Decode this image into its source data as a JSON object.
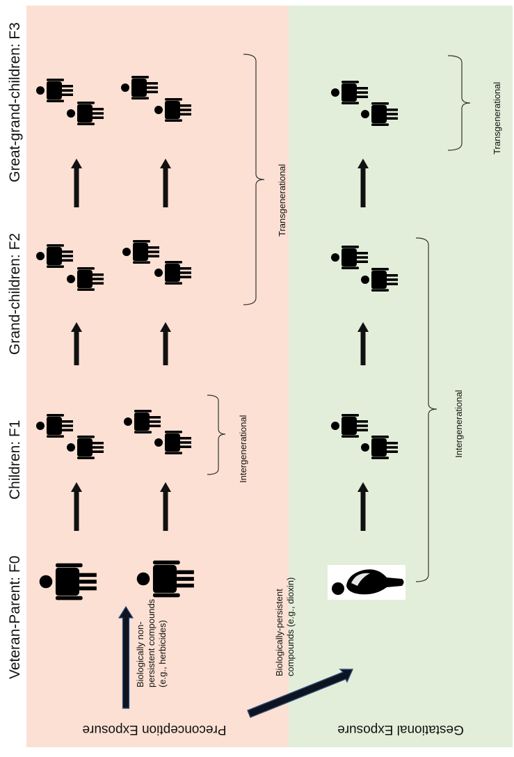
{
  "generations": {
    "f0": "Veteran-Parent: F0",
    "f1": "Children: F1",
    "f2": "Grand-children: F2",
    "f3": "Great-grand-children: F3"
  },
  "panels": {
    "preconception": "Preconception Exposure",
    "gestational": "Gestational Exposure"
  },
  "compounds": {
    "non_persistent_line1": "Biologically non-",
    "non_persistent_line2": "persistent compounds",
    "non_persistent_line3": "(e.g., herbicides)",
    "persistent_line1": "Biologically-persistent",
    "persistent_line2": "compounds (e.g., dioxin)"
  },
  "brackets": {
    "pre_intergenerational": "Intergenerational",
    "pre_transgenerational": "Transgenerational",
    "gest_intergenerational": "Intergenerational",
    "gest_transgenerational": "Transgenerational"
  },
  "colors": {
    "preconception_bg": "#FBE0D3",
    "gestational_bg": "#E2EED9",
    "arrow": "#111111",
    "diagonal_arrow_outline": "#2F4B7C"
  },
  "icons": {
    "person": "person-icon",
    "pregnant": "pregnant-person-icon"
  }
}
